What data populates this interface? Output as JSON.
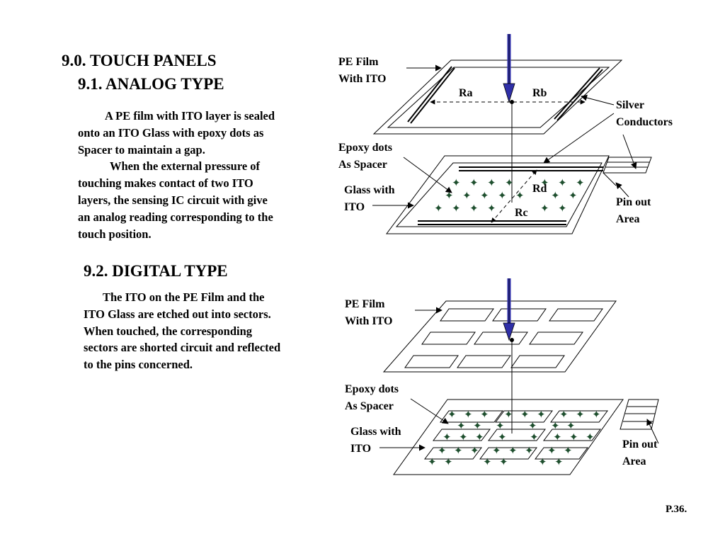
{
  "section": {
    "title": "9.0. TOUCH PANELS",
    "analog_heading": "9.1. ANALOG TYPE",
    "analog_paragraph": [
      "A PE film with ITO layer is sealed",
      "onto an ITO Glass with epoxy dots as",
      "Spacer to maintain a gap.",
      "When the external pressure of",
      "touching makes contact of two ITO",
      "layers, the sensing IC circuit with give",
      "an analog reading corresponding to the",
      "touch position."
    ],
    "digital_heading": "9.2. DIGITAL TYPE",
    "digital_paragraph": [
      "The ITO on the PE Film and the",
      "ITO Glass are etched out into sectors.",
      "When touched, the corresponding",
      "sectors are shorted circuit and reflected",
      "to the pins concerned."
    ]
  },
  "analog_diagram": {
    "pe_film_label": [
      "PE Film",
      "With ITO"
    ],
    "epoxy_label": [
      "Epoxy dots",
      "As Spacer"
    ],
    "glass_label": [
      "Glass with",
      "ITO"
    ],
    "silver_label": [
      "Silver",
      "Conductors"
    ],
    "pin_label": [
      "Pin out",
      "Area"
    ],
    "ra": "Ra",
    "rb": "Rb",
    "rc": "Rc",
    "rd": "Rd"
  },
  "digital_diagram": {
    "pe_film_label": [
      "PE Film",
      "With ITO"
    ],
    "epoxy_label": [
      "Epoxy dots",
      "As Spacer"
    ],
    "glass_label": [
      "Glass with",
      "ITO"
    ],
    "pin_label": [
      "Pin out",
      "Area"
    ]
  },
  "footer": {
    "page_number": "P.36."
  },
  "colors": {
    "arrow": "#2f2fa8",
    "dots": "#1e4f2e",
    "text": "#000000"
  },
  "icons": {
    "spacer_dot": "plus-sign"
  }
}
